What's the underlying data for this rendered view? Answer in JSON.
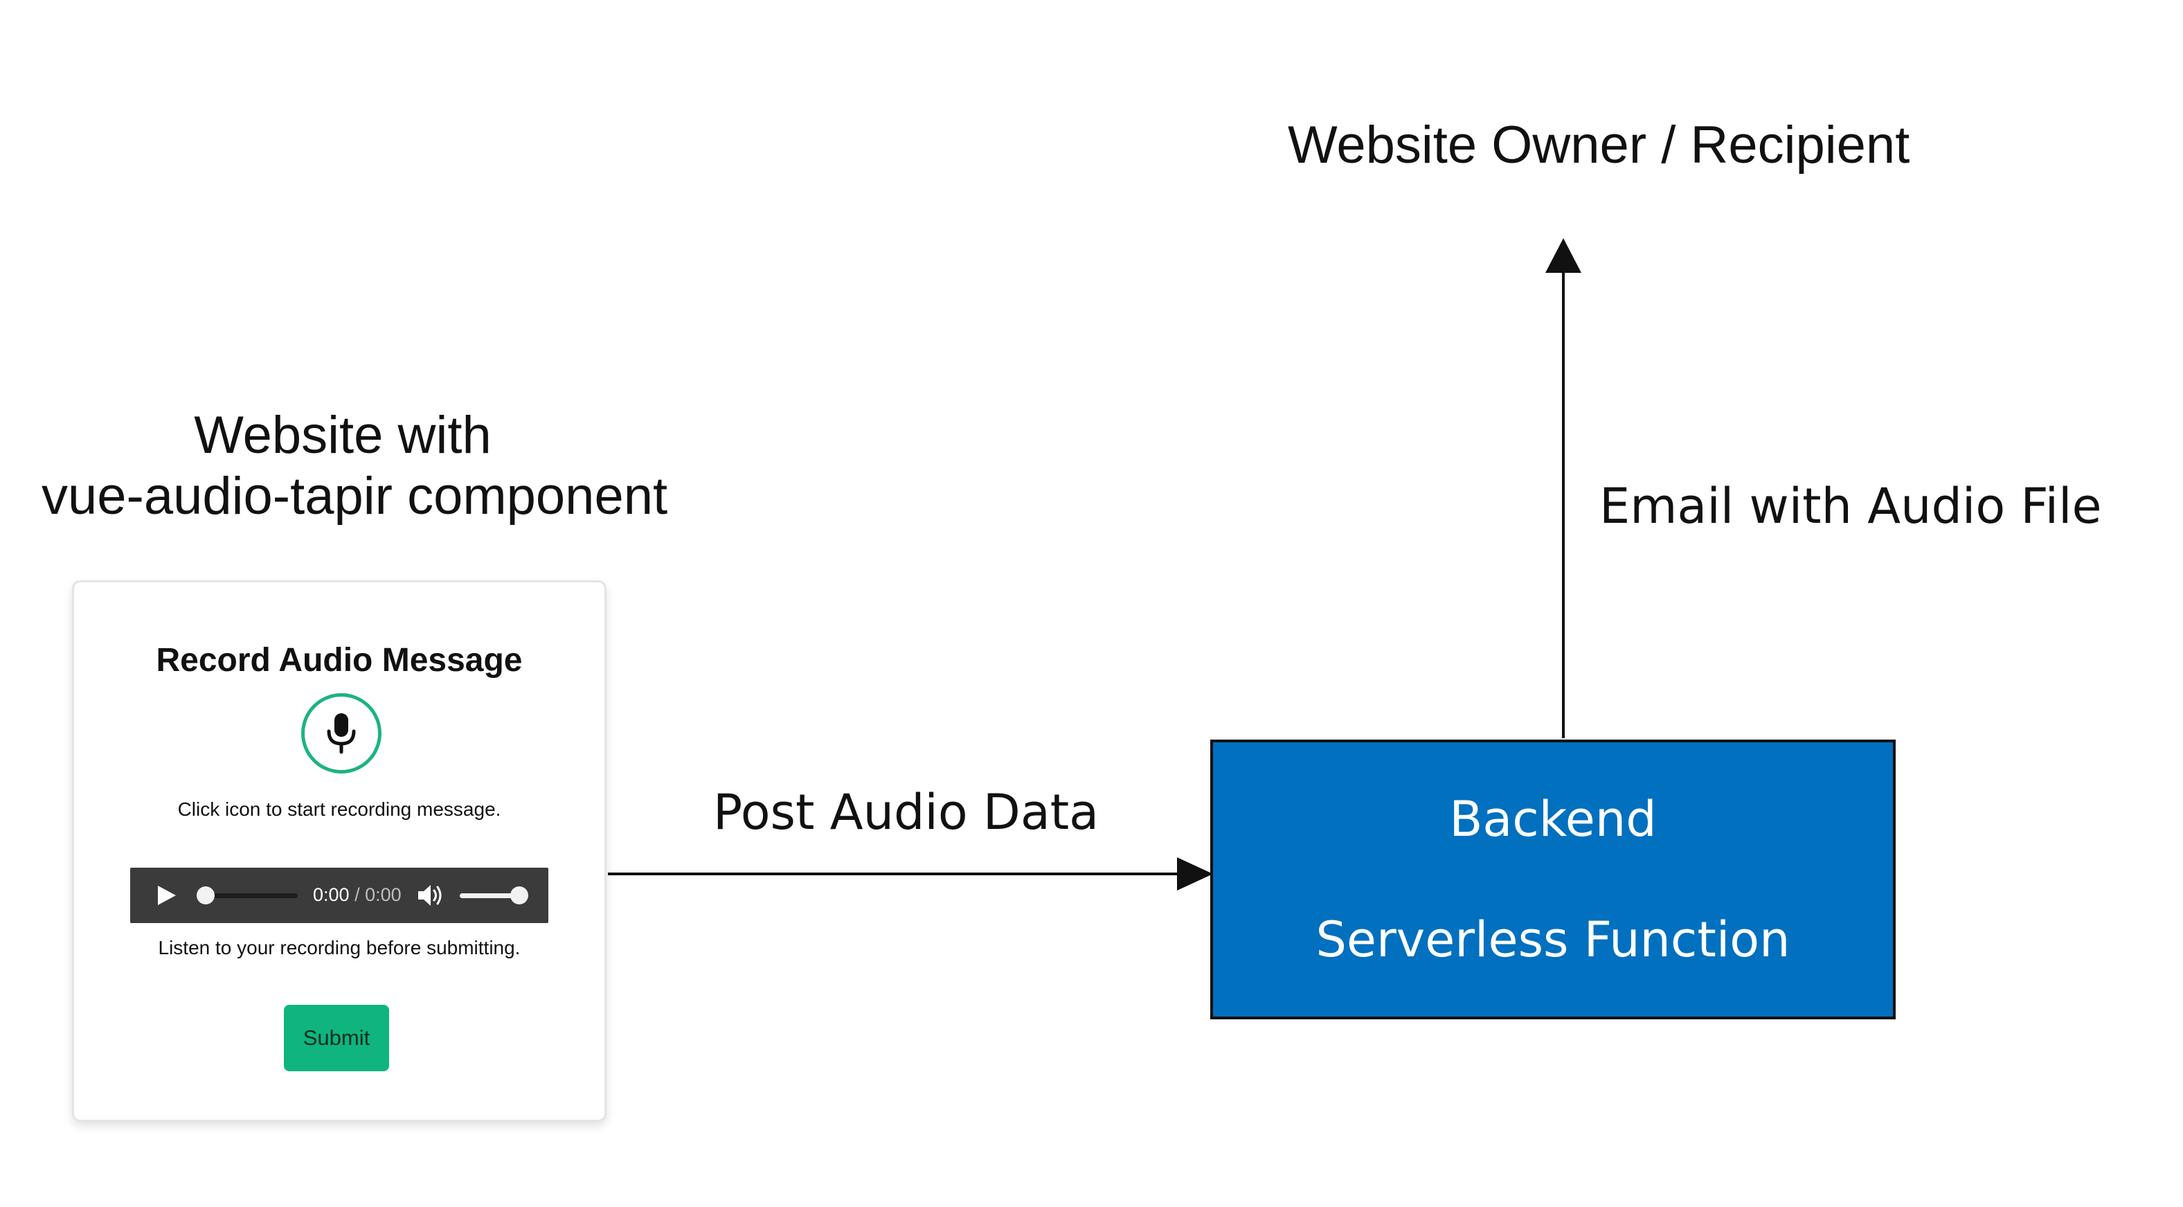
{
  "diagram": {
    "owner_label": "Website Owner / Recipient",
    "website_label_line1": "Website with",
    "website_label_line2": "vue-audio-tapir component",
    "email_label": "Email with Audio File",
    "post_label": "Post Audio Data",
    "backend": {
      "title": "Backend",
      "subtitle": "Serverless Function",
      "color": "#0070bf"
    }
  },
  "widget": {
    "title": "Record Audio Message",
    "mic_icon": "microphone-icon",
    "accent_color": "#1db380",
    "record_hint": "Click icon to start recording message.",
    "player": {
      "current_time": "0:00",
      "separator": " / ",
      "duration": "0:00",
      "progress": 0,
      "volume": 1
    },
    "listen_hint": "Listen to your recording before submitting.",
    "submit_label": "Submit",
    "submit_color": "#0fb47e"
  }
}
